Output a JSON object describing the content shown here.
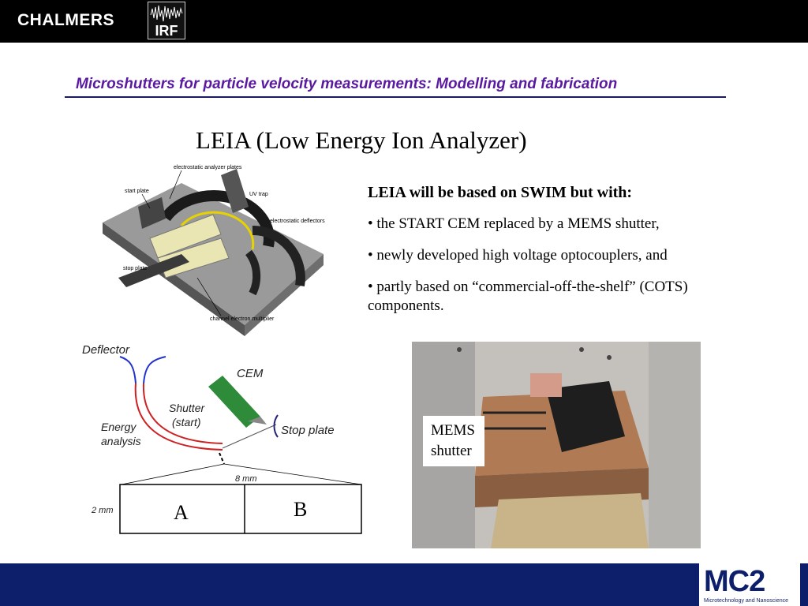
{
  "header": {
    "logo_left": "CHALMERS",
    "logo_right": "IRF"
  },
  "slide": {
    "subtitle": "Microshutters for particle velocity measurements: Modelling and fabrication",
    "title": "LEIA (Low Energy Ion Analyzer)",
    "heading": "LEIA will be based on SWIM but with:",
    "bullets": [
      "• the START CEM replaced by a MEMS shutter,",
      "• newly developed high voltage optocouplers, and",
      "• partly based on “commercial-off-the-shelf” (COTS) components."
    ]
  },
  "figure_analyzer": {
    "labels": {
      "plates": "electrostatic analyzer plates",
      "start": "start plate",
      "uv": "UV trap",
      "deflectors": "electrostatic deflectors",
      "stop": "stop plate",
      "cem": "channel electron multiplier"
    }
  },
  "figure_schematic": {
    "labels": {
      "deflector": "Deflector",
      "cem": "CEM",
      "shutter": "Shutter",
      "shutter_sub": "(start)",
      "energy": "Energy",
      "energy_sub": "analysis",
      "stop": "Stop plate",
      "width": "8 mm",
      "height": "2 mm",
      "a": "A",
      "b": "B"
    }
  },
  "photo": {
    "label": "MEMS shutter"
  },
  "footer": {
    "logo": "MC2",
    "logo_sub": "Microtechnology and Nanoscience"
  },
  "colors": {
    "subtitle": "#5a1aa0",
    "footer_bar": "#0d1f6b",
    "header_bar": "#000000"
  }
}
